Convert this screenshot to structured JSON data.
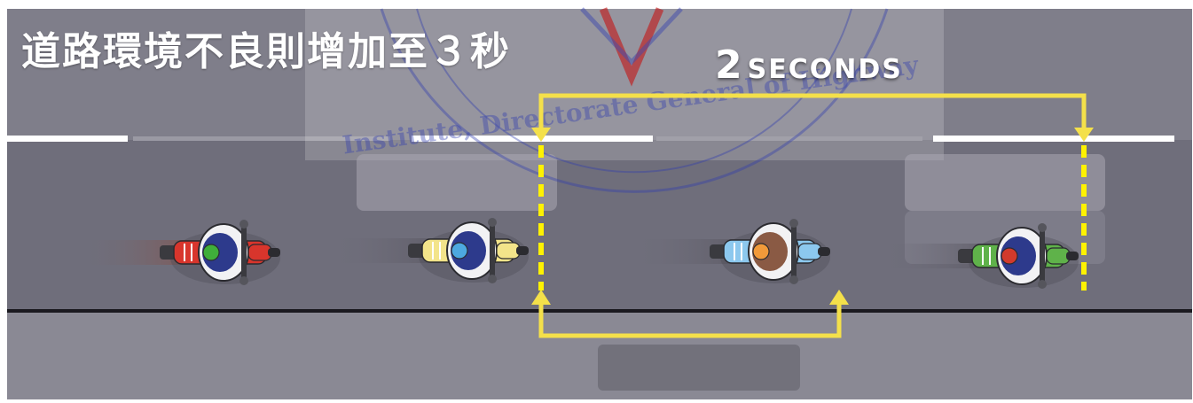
{
  "title": "道路環境不良則增加至３秒",
  "timing_label": {
    "number": "2",
    "word": "SECONDS"
  },
  "watermark": "Institute, Directorate General of Highway",
  "colors": {
    "road": "#6f6e7b",
    "sky": "#7f7e8a",
    "shoulder": "#8a8994",
    "lane_line": "#ffffff",
    "yellow": "#f4e04a",
    "dashed": "#fff200",
    "watermark_blue": "#2f3bb0",
    "watermark_red": "#c01e1e"
  },
  "riders": [
    {
      "name": "rider-red",
      "bike_color": "#d8352c",
      "helmet_color": "#3fae3a",
      "jacket_color": "#2d3a8c"
    },
    {
      "name": "rider-yellow",
      "bike_color": "#f3e48a",
      "helmet_color": "#4da8e0",
      "jacket_color": "#2d3a8c"
    },
    {
      "name": "rider-blue",
      "bike_color": "#8cc8ee",
      "helmet_color": "#f19a3a",
      "jacket_color": "#8a5a44"
    },
    {
      "name": "rider-green",
      "bike_color": "#5fb24a",
      "helmet_color": "#d23a2c",
      "jacket_color": "#2d3a8c"
    }
  ]
}
